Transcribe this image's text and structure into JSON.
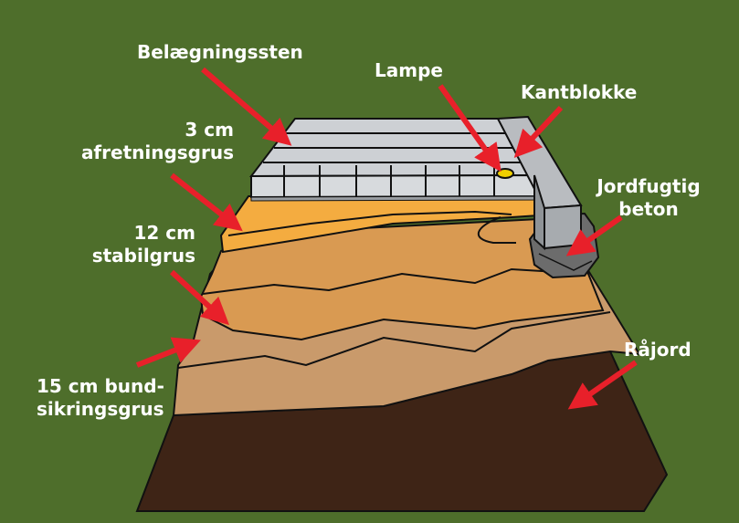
{
  "colors": {
    "background": "#4e6e2b",
    "raw_soil": "#3e2416",
    "subbase": "#c99a6b",
    "stabilized_gravel": "#d99a52",
    "leveling_gravel": "#f4ac40",
    "paver": "#cdd0d4",
    "curb": "#b9bcc0",
    "concrete": "#6c6c6c",
    "lamp": "#f0d000",
    "arrow": "#e8202a",
    "label_text": "#ffffff"
  },
  "labels": {
    "pavers": "Belægningssten",
    "lamp": "Lampe",
    "curb": "Kantblokke",
    "leveling_line1": "3 cm",
    "leveling_line2": "afretningsgrus",
    "concrete_line1": "Jordfugtig",
    "concrete_line2": "beton",
    "stabil_line1": "12 cm",
    "stabil_line2": "stabilgrus",
    "rawsoil": "Råjord",
    "subbase_line1": "15 cm bund-",
    "subbase_line2": "sikringsgrus"
  }
}
